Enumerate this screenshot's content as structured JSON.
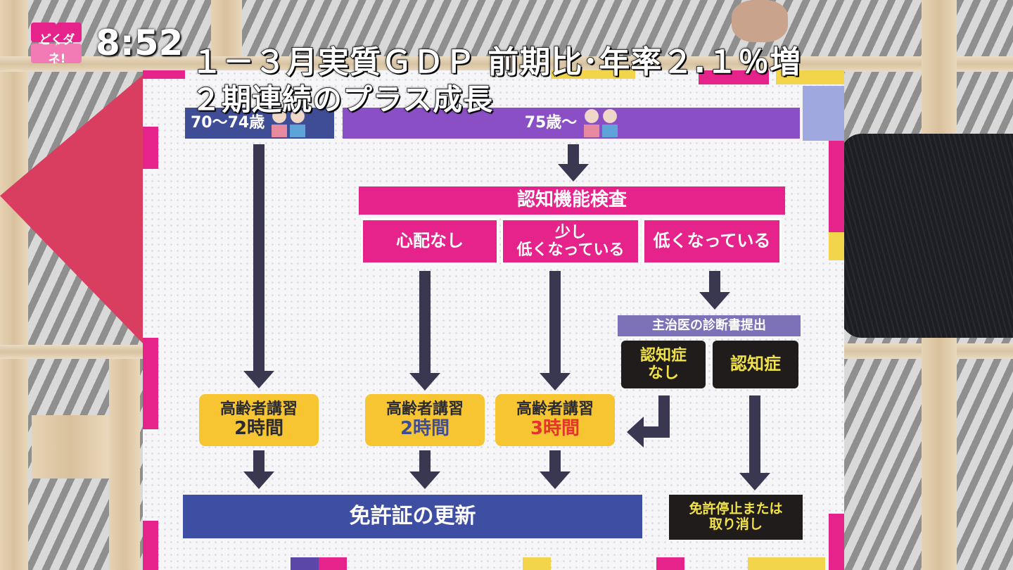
{
  "overlay": {
    "logo_text": "どくダネ!",
    "clock": "8:52",
    "headline_line1": "１－３月実質ＧＤＰ 前期比･年率２.１％増",
    "headline_line2": "２期連続のプラス成長"
  },
  "board": {
    "age_70_74": "70～74歳",
    "age_75_plus": "75歳～",
    "cognitive_test": "認知機能検査",
    "result_no_concern": "心配なし",
    "result_slightly_low": "少し\n低くなっている",
    "result_low": "低くなっている",
    "doctor_diagnosis": "主治医の診断書提出",
    "no_dementia": "認知症\nなし",
    "dementia": "認知症",
    "lecture_a_title": "高齢者講習",
    "lecture_a_time": "2時間",
    "lecture_b_title": "高齢者講習",
    "lecture_b_time": "2時間",
    "lecture_c_title": "高齢者講習",
    "lecture_c_time": "3時間",
    "license_renewal": "免許証の更新",
    "license_suspend": "免許停止または\n取り消し"
  },
  "colors": {
    "pink": "#e6228b",
    "navy": "#3f4c96",
    "purple": "#8a4fc4",
    "yellow": "#f6c531",
    "dark": "#1f1c1b",
    "red_text": "#e5322d",
    "blue_text": "#3f4c96"
  }
}
